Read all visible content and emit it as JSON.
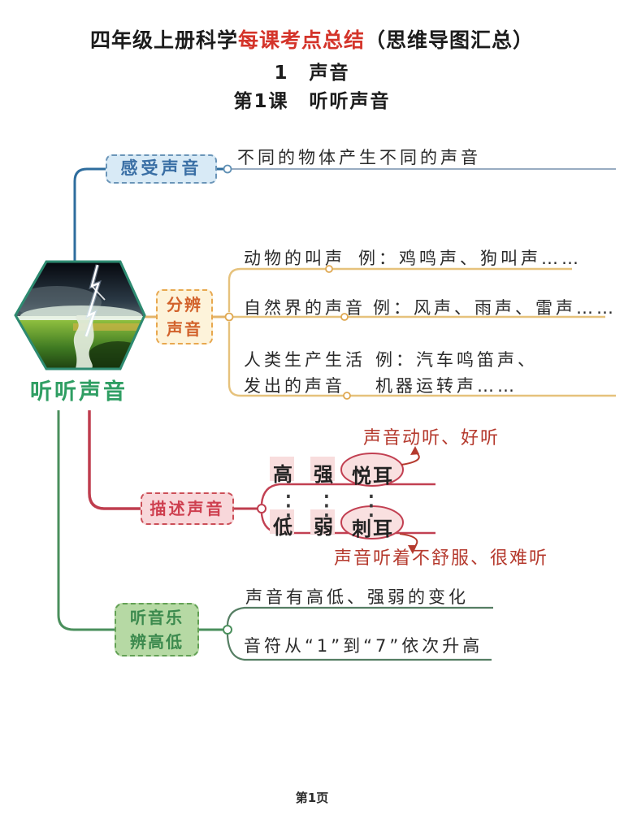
{
  "header": {
    "title_prefix": "四年级上册科学",
    "title_highlight": "每课考点总结",
    "title_suffix": "（思维导图汇总）",
    "unit_title": "1　声音",
    "lesson_title": "第1课　听听声音"
  },
  "center": {
    "label": "听听声音",
    "image": "storm-lightning-over-green-grassland-photo"
  },
  "branches": {
    "feel": {
      "label": "感受声音",
      "leaf": "不同的物体产生不同的声音"
    },
    "distinguish": {
      "label": "分辨声音",
      "items": [
        {
          "name": "动物的叫声",
          "example": "例：鸡鸣声、狗叫声……"
        },
        {
          "name": "自然界的声音",
          "example": "例：风声、雨声、雷声……"
        },
        {
          "name_line1": "人类生产生活",
          "name_line2": "发出的声音",
          "example_line1": "例：汽车鸣笛声、",
          "example_line2": "机器运转声……"
        }
      ]
    },
    "describe": {
      "label": "描述声音",
      "high_row": [
        "高",
        "强",
        "悦耳"
      ],
      "low_row": [
        "低",
        "弱",
        "刺耳"
      ],
      "ellipsis": "⋮",
      "note_top": "声音动听、好听",
      "note_bottom": "声音听着不舒服、很难听"
    },
    "music": {
      "label": "听音乐辨高低",
      "leaves": [
        "声音有高低、强弱的变化",
        "音符从“1”到“7”依次升高"
      ]
    }
  },
  "footer": {
    "page_label": "第1页"
  },
  "colors": {
    "title_highlight_red": "#d4342a",
    "branch_feel_blue": "#2e6d9e",
    "branch_distinguish_orange": "#e3b469",
    "branch_distinguish_text": "#d2622b",
    "branch_describe_red": "#bf3d4e",
    "branch_music_green": "#4a8f5c",
    "center_label_green": "#2f9e63",
    "note_red": "#b53a2e"
  }
}
